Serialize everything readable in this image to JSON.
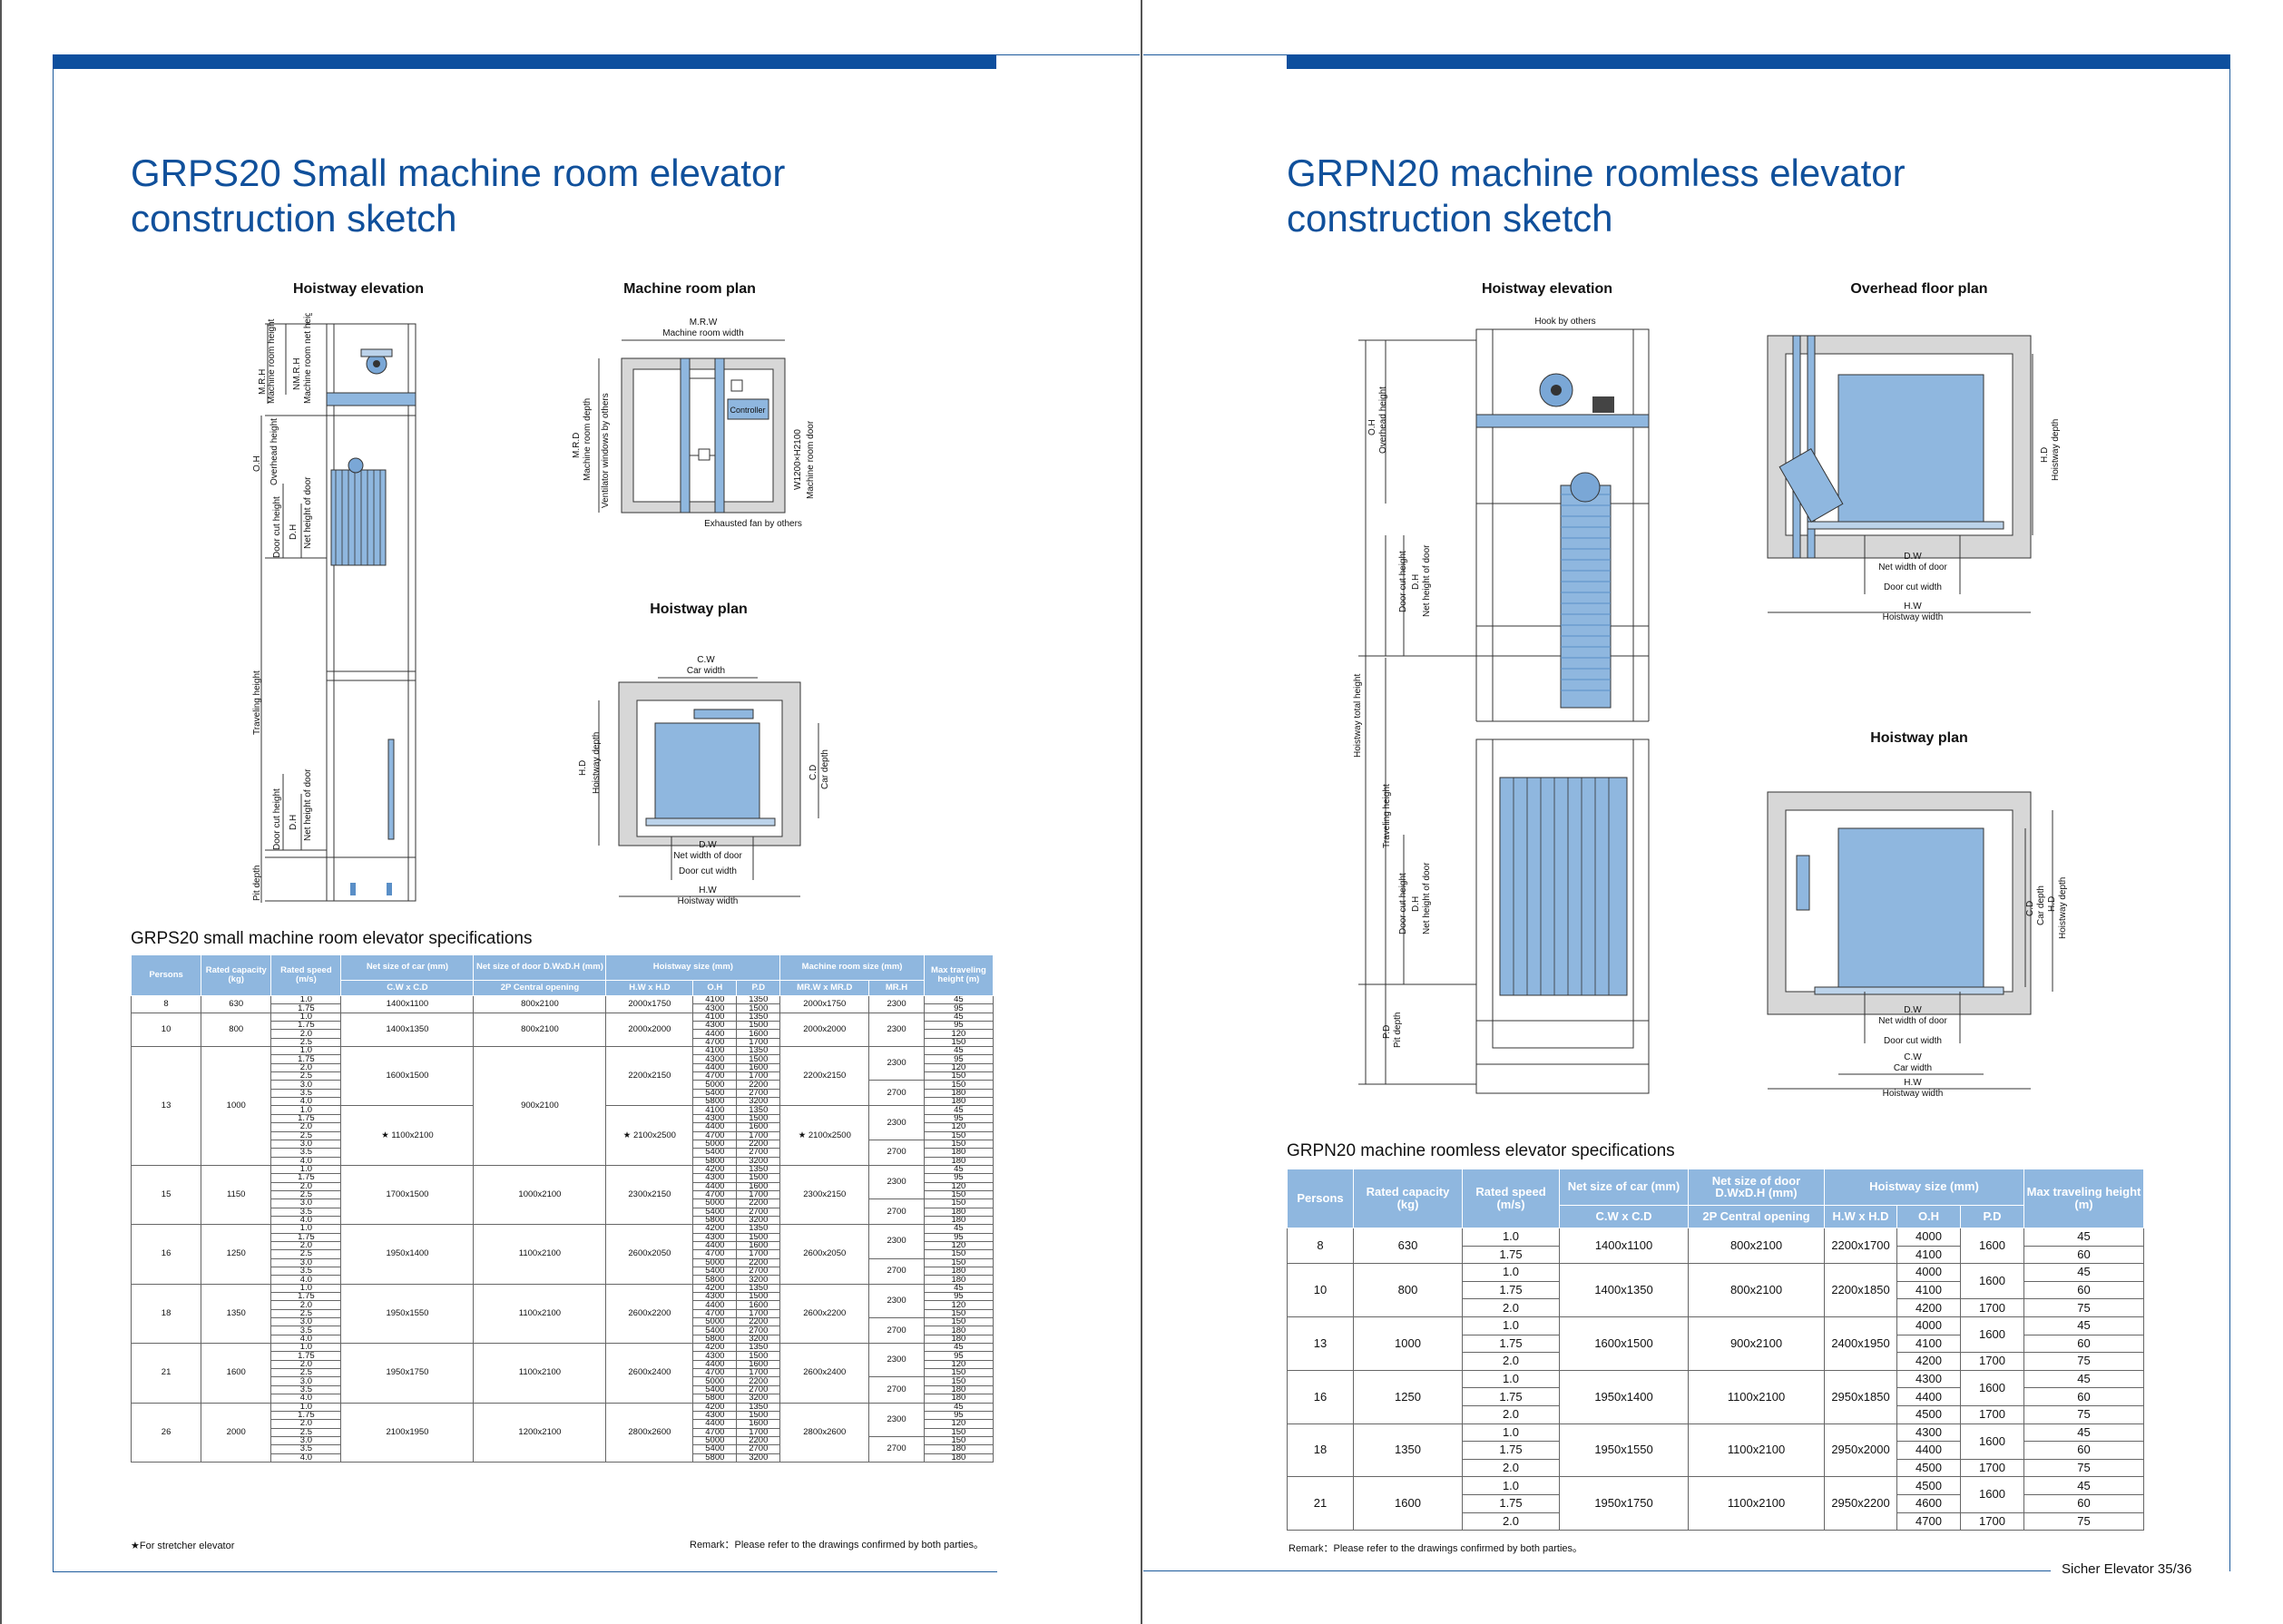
{
  "left_page": {
    "title_line1": "GRPS20 Small machine room elevator",
    "title_line2": "construction sketch",
    "captions": {
      "hoistway_elevation": "Hoistway elevation",
      "machine_room_plan": "Machine room plan",
      "hoistway_plan": "Hoistway plan"
    },
    "elevation_labels": {
      "mrh": "M.R.H",
      "machine_room_height": "Machine room height",
      "nmrh": "NM.R.H",
      "machine_room_net_height": "Machine room net height",
      "oh": "O.H",
      "overhead_height": "Overhead height",
      "door_cut_height": "Door cut height",
      "dh": "D.H",
      "net_height_of_door": "Net height of door",
      "traveling_height": "Traveling height",
      "pit_depth": "Pit depth"
    },
    "machine_room_labels": {
      "mrw": "M.R.W",
      "machine_room_width": "Machine room width",
      "mrd": "M.R.D",
      "machine_room_depth": "Machine room depth",
      "ventilator": "Ventilator windows by others",
      "controller": "Controller",
      "door_size": "W1200×H2100",
      "machine_room_door": "Machine room door",
      "fan": "Exhausted fan by others"
    },
    "plan_labels": {
      "cw": "C.W",
      "car_width": "Car width",
      "hd": "H.D",
      "hoistway_depth": "Hoistway depth",
      "cd": "C.D",
      "car_depth": "Car depth",
      "dw": "D.W",
      "net_width_of_door": "Net width of door",
      "door_cut_width": "Door cut width",
      "hw": "H.W",
      "hoistway_width": "Hoistway width"
    },
    "spec_title": "GRPS20 small machine room elevator specifications",
    "table": {
      "headers": {
        "persons": "Persons",
        "capacity": "Rated capacity (kg)",
        "speed": "Rated speed (m/s)",
        "car": "Net size of car (mm)",
        "door": "Net size of door D.WxD.H (mm)",
        "hoistway": "Hoistway size (mm)",
        "machine_room": "Machine room size (mm)",
        "max_travel": "Max traveling height (m)",
        "cw_cd": "C.W x C.D",
        "central": "2P Central opening",
        "hw_hd": "H.W x H.D",
        "oh": "O.H",
        "pd": "P.D",
        "mrw_mrd": "MR.W x MR.D",
        "mrh": "MR.H"
      },
      "rows": [
        [
          "8",
          "630",
          "1.0",
          "1400x1100",
          "800x2100",
          "2000x1750",
          "4100",
          "1350",
          "2000x1750",
          "2300",
          "45"
        ],
        [
          "",
          "",
          "1.75",
          "",
          "",
          "",
          "4300",
          "1500",
          "",
          "",
          "95"
        ],
        [
          "10",
          "800",
          "1.0",
          "1400x1350",
          "800x2100",
          "2000x2000",
          "4100",
          "1350",
          "2000x2000",
          "2300",
          "45"
        ],
        [
          "",
          "",
          "1.75",
          "",
          "",
          "",
          "4300",
          "1500",
          "",
          "",
          "95"
        ],
        [
          "",
          "",
          "2.0",
          "",
          "",
          "",
          "4400",
          "1600",
          "",
          "",
          "120"
        ],
        [
          "",
          "",
          "2.5",
          "",
          "",
          "",
          "4700",
          "1700",
          "",
          "",
          "150"
        ],
        [
          "13",
          "1000",
          "1.0",
          "1600x1500",
          "900x2100",
          "2200x2150",
          "4100",
          "1350",
          "2200x2150",
          "2300",
          "45"
        ],
        [
          "",
          "",
          "1.75",
          "",
          "",
          "",
          "4300",
          "1500",
          "",
          "",
          "95"
        ],
        [
          "",
          "",
          "2.0",
          "",
          "",
          "",
          "4400",
          "1600",
          "",
          "",
          "120"
        ],
        [
          "",
          "",
          "2.5",
          "",
          "",
          "",
          "4700",
          "1700",
          "",
          "",
          "150"
        ],
        [
          "",
          "",
          "3.0",
          "",
          "",
          "",
          "5000",
          "2200",
          "",
          "2700",
          "150"
        ],
        [
          "",
          "",
          "3.5",
          "",
          "",
          "",
          "5400",
          "2700",
          "",
          "",
          "180"
        ],
        [
          "",
          "",
          "4.0",
          "",
          "",
          "",
          "5800",
          "3200",
          "",
          "",
          "180"
        ],
        [
          "",
          "",
          "1.0",
          "★ 1100x2100",
          "",
          "★ 2100x2500",
          "4100",
          "1350",
          "★ 2100x2500",
          "2300",
          "45"
        ],
        [
          "",
          "",
          "1.75",
          "",
          "",
          "",
          "4300",
          "1500",
          "",
          "",
          "95"
        ],
        [
          "",
          "",
          "2.0",
          "",
          "",
          "",
          "4400",
          "1600",
          "",
          "",
          "120"
        ],
        [
          "",
          "",
          "2.5",
          "",
          "",
          "",
          "4700",
          "1700",
          "",
          "",
          "150"
        ],
        [
          "",
          "",
          "3.0",
          "",
          "",
          "",
          "5000",
          "2200",
          "",
          "2700",
          "150"
        ],
        [
          "",
          "",
          "3.5",
          "",
          "",
          "",
          "5400",
          "2700",
          "",
          "",
          "180"
        ],
        [
          "",
          "",
          "4.0",
          "",
          "",
          "",
          "5800",
          "3200",
          "",
          "",
          "180"
        ],
        [
          "15",
          "1150",
          "1.0",
          "1700x1500",
          "1000x2100",
          "2300x2150",
          "4200",
          "1350",
          "2300x2150",
          "2300",
          "45"
        ],
        [
          "",
          "",
          "1.75",
          "",
          "",
          "",
          "4300",
          "1500",
          "",
          "",
          "95"
        ],
        [
          "",
          "",
          "2.0",
          "",
          "",
          "",
          "4400",
          "1600",
          "",
          "",
          "120"
        ],
        [
          "",
          "",
          "2.5",
          "",
          "",
          "",
          "4700",
          "1700",
          "",
          "",
          "150"
        ],
        [
          "",
          "",
          "3.0",
          "",
          "",
          "",
          "5000",
          "2200",
          "",
          "2700",
          "150"
        ],
        [
          "",
          "",
          "3.5",
          "",
          "",
          "",
          "5400",
          "2700",
          "",
          "",
          "180"
        ],
        [
          "",
          "",
          "4.0",
          "",
          "",
          "",
          "5800",
          "3200",
          "",
          "",
          "180"
        ],
        [
          "16",
          "1250",
          "1.0",
          "1950x1400",
          "1100x2100",
          "2600x2050",
          "4200",
          "1350",
          "2600x2050",
          "2300",
          "45"
        ],
        [
          "",
          "",
          "1.75",
          "",
          "",
          "",
          "4300",
          "1500",
          "",
          "",
          "95"
        ],
        [
          "",
          "",
          "2.0",
          "",
          "",
          "",
          "4400",
          "1600",
          "",
          "",
          "120"
        ],
        [
          "",
          "",
          "2.5",
          "",
          "",
          "",
          "4700",
          "1700",
          "",
          "",
          "150"
        ],
        [
          "",
          "",
          "3.0",
          "",
          "",
          "",
          "5000",
          "2200",
          "",
          "2700",
          "150"
        ],
        [
          "",
          "",
          "3.5",
          "",
          "",
          "",
          "5400",
          "2700",
          "",
          "",
          "180"
        ],
        [
          "",
          "",
          "4.0",
          "",
          "",
          "",
          "5800",
          "3200",
          "",
          "",
          "180"
        ],
        [
          "18",
          "1350",
          "1.0",
          "1950x1550",
          "1100x2100",
          "2600x2200",
          "4200",
          "1350",
          "2600x2200",
          "2300",
          "45"
        ],
        [
          "",
          "",
          "1.75",
          "",
          "",
          "",
          "4300",
          "1500",
          "",
          "",
          "95"
        ],
        [
          "",
          "",
          "2.0",
          "",
          "",
          "",
          "4400",
          "1600",
          "",
          "",
          "120"
        ],
        [
          "",
          "",
          "2.5",
          "",
          "",
          "",
          "4700",
          "1700",
          "",
          "",
          "150"
        ],
        [
          "",
          "",
          "3.0",
          "",
          "",
          "",
          "5000",
          "2200",
          "",
          "2700",
          "150"
        ],
        [
          "",
          "",
          "3.5",
          "",
          "",
          "",
          "5400",
          "2700",
          "",
          "",
          "180"
        ],
        [
          "",
          "",
          "4.0",
          "",
          "",
          "",
          "5800",
          "3200",
          "",
          "",
          "180"
        ],
        [
          "21",
          "1600",
          "1.0",
          "1950x1750",
          "1100x2100",
          "2600x2400",
          "4200",
          "1350",
          "2600x2400",
          "2300",
          "45"
        ],
        [
          "",
          "",
          "1.75",
          "",
          "",
          "",
          "4300",
          "1500",
          "",
          "",
          "95"
        ],
        [
          "",
          "",
          "2.0",
          "",
          "",
          "",
          "4400",
          "1600",
          "",
          "",
          "120"
        ],
        [
          "",
          "",
          "2.5",
          "",
          "",
          "",
          "4700",
          "1700",
          "",
          "",
          "150"
        ],
        [
          "",
          "",
          "3.0",
          "",
          "",
          "",
          "5000",
          "2200",
          "",
          "2700",
          "150"
        ],
        [
          "",
          "",
          "3.5",
          "",
          "",
          "",
          "5400",
          "2700",
          "",
          "",
          "180"
        ],
        [
          "",
          "",
          "4.0",
          "",
          "",
          "",
          "5800",
          "3200",
          "",
          "",
          "180"
        ],
        [
          "26",
          "2000",
          "1.0",
          "2100x1950",
          "1200x2100",
          "2800x2600",
          "4200",
          "1350",
          "2800x2600",
          "2300",
          "45"
        ],
        [
          "",
          "",
          "1.75",
          "",
          "",
          "",
          "4300",
          "1500",
          "",
          "",
          "95"
        ],
        [
          "",
          "",
          "2.0",
          "",
          "",
          "",
          "4400",
          "1600",
          "",
          "",
          "120"
        ],
        [
          "",
          "",
          "2.5",
          "",
          "",
          "",
          "4700",
          "1700",
          "",
          "",
          "150"
        ],
        [
          "",
          "",
          "3.0",
          "",
          "",
          "",
          "5000",
          "2200",
          "",
          "2700",
          "150"
        ],
        [
          "",
          "",
          "3.5",
          "",
          "",
          "",
          "5400",
          "2700",
          "",
          "",
          "180"
        ],
        [
          "",
          "",
          "4.0",
          "",
          "",
          "",
          "5800",
          "3200",
          "",
          "",
          "180"
        ]
      ]
    },
    "footnote": "★For stretcher elevator",
    "remark": "Remark：Please refer to the drawings confirmed by both parties。"
  },
  "right_page": {
    "title_line1": "GRPN20 machine roomless elevator",
    "title_line2": "construction sketch",
    "captions": {
      "hoistway_elevation": "Hoistway elevation",
      "overhead_floor_plan": "Overhead floor plan",
      "hoistway_plan": "Hoistway plan"
    },
    "elevation_labels": {
      "hook": "Hook by others",
      "oh": "O.H",
      "overhead_height": "Overhead height",
      "door_cut_height": "Door cut height",
      "dh": "D.H",
      "net_height_of_door": "Net height of door",
      "hoistway_total_height": "Hoistway total height",
      "traveling_height": "Traveling height",
      "pd": "P.D",
      "pit_depth": "Pit depth"
    },
    "overhead_labels": {
      "hd": "H.D",
      "hoistway_depth": "Hoistway depth",
      "dw": "D.W",
      "net_width_of_door": "Net width of door",
      "door_cut_width": "Door cut width",
      "hw": "H.W",
      "hoistway_width": "Hoistway width"
    },
    "plan_labels": {
      "cd": "C.D",
      "car_depth": "Car depth",
      "hd": "H.D",
      "hoistway_depth": "Hoistway depth",
      "dw": "D.W",
      "net_width_of_door": "Net width of door",
      "door_cut_width": "Door cut width",
      "cw": "C.W",
      "car_width": "Car width",
      "hw": "H.W",
      "hoistway_width": "Hoistway width"
    },
    "spec_title": "GRPN20 machine roomless elevator specifications",
    "table": {
      "headers": {
        "persons": "Persons",
        "capacity": "Rated capacity (kg)",
        "speed": "Rated speed (m/s)",
        "car": "Net size of car (mm)",
        "door": "Net size of door D.WxD.H (mm)",
        "hoistway": "Hoistway size (mm)",
        "max_travel": "Max traveling height (m)",
        "cw_cd": "C.W x C.D",
        "central": "2P Central opening",
        "hw_hd": "H.W x H.D",
        "oh": "O.H",
        "pd": "P.D"
      },
      "rows": [
        [
          "8",
          "630",
          "1.0",
          "1400x1100",
          "800x2100",
          "2200x1700",
          "4000",
          "1600",
          "45"
        ],
        [
          "",
          "",
          "1.75",
          "",
          "",
          "",
          "4100",
          "",
          "60"
        ],
        [
          "10",
          "800",
          "1.0",
          "1400x1350",
          "800x2100",
          "2200x1850",
          "4000",
          "1600",
          "45"
        ],
        [
          "",
          "",
          "1.75",
          "",
          "",
          "",
          "4100",
          "",
          "60"
        ],
        [
          "",
          "",
          "2.0",
          "",
          "",
          "",
          "4200",
          "1700",
          "75"
        ],
        [
          "13",
          "1000",
          "1.0",
          "1600x1500",
          "900x2100",
          "2400x1950",
          "4000",
          "1600",
          "45"
        ],
        [
          "",
          "",
          "1.75",
          "",
          "",
          "",
          "4100",
          "",
          "60"
        ],
        [
          "",
          "",
          "2.0",
          "",
          "",
          "",
          "4200",
          "1700",
          "75"
        ],
        [
          "16",
          "1250",
          "1.0",
          "1950x1400",
          "1100x2100",
          "2950x1850",
          "4300",
          "1600",
          "45"
        ],
        [
          "",
          "",
          "1.75",
          "",
          "",
          "",
          "4400",
          "",
          "60"
        ],
        [
          "",
          "",
          "2.0",
          "",
          "",
          "",
          "4500",
          "1700",
          "75"
        ],
        [
          "18",
          "1350",
          "1.0",
          "1950x1550",
          "1100x2100",
          "2950x2000",
          "4300",
          "1600",
          "45"
        ],
        [
          "",
          "",
          "1.75",
          "",
          "",
          "",
          "4400",
          "",
          "60"
        ],
        [
          "",
          "",
          "2.0",
          "",
          "",
          "",
          "4500",
          "1700",
          "75"
        ],
        [
          "21",
          "1600",
          "1.0",
          "1950x1750",
          "1100x2100",
          "2950x2200",
          "4500",
          "1600",
          "45"
        ],
        [
          "",
          "",
          "1.75",
          "",
          "",
          "",
          "4600",
          "",
          "60"
        ],
        [
          "",
          "",
          "2.0",
          "",
          "",
          "",
          "4700",
          "1700",
          "75"
        ]
      ]
    },
    "remark": "Remark：Please refer to the drawings confirmed by both parties。",
    "footer": "Sicher Elevator  35/36"
  }
}
